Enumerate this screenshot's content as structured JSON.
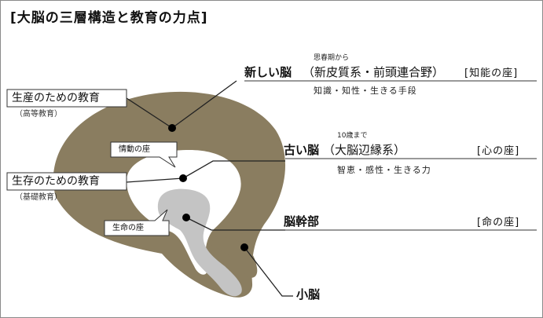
{
  "title": "[大脳の三層構造と教育の力点]",
  "new_brain": {
    "lead": "思春期から",
    "name": "新しい脳",
    "parts": "（新皮質系・前頭連合野）",
    "role": "[知能の座]",
    "abilities": "知識・知性・生きる手段"
  },
  "old_brain": {
    "lead": "10歳まで",
    "name": "古い脳",
    "parts": "（大脳辺縁系）",
    "role": "[心の座]",
    "abilities": "智恵・感性・生きる力"
  },
  "brainstem": {
    "name": "脳幹部",
    "role": "[命の座]"
  },
  "cerebellum": {
    "name": "小脳"
  },
  "education_production": {
    "label": "生産のための教育",
    "note": "（高等教育）"
  },
  "education_survival": {
    "label": "生存のための教育",
    "note": "（基礎教育）"
  },
  "bubbles": {
    "emotion": "情動の座",
    "life": "生命の座"
  },
  "colors": {
    "cortex": "#8a7d60",
    "stem": "#c4c4c4",
    "line": "#333333"
  }
}
